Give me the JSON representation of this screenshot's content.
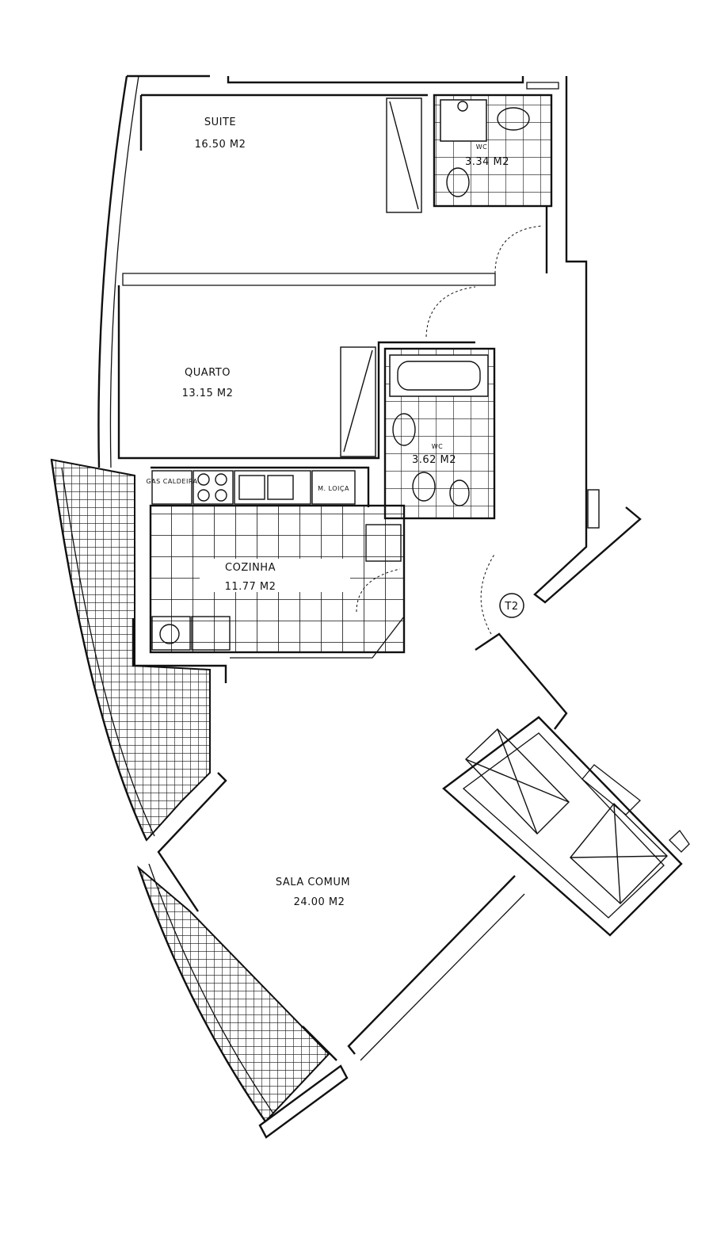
{
  "rooms": {
    "suite": {
      "name": "SUITE",
      "area": "16.50  M2"
    },
    "wc_suite": {
      "label": "WC",
      "area": "3.34 M2"
    },
    "quarto": {
      "name": "QUARTO",
      "area": "13.15  M2"
    },
    "wc": {
      "label": "WC",
      "area": "3.62  M2"
    },
    "cozinha": {
      "name": "COZINHA",
      "area": "11.77  M2"
    },
    "sala": {
      "name": "SALA COMUM",
      "area": "24.00  M2"
    }
  },
  "fixtures": {
    "gas_heater": "GAS CALDEIRA",
    "washer": "M. LOIÇA"
  },
  "unit_tag": "T2",
  "colors": {
    "ink": "#111111",
    "paper": "#ffffff"
  }
}
